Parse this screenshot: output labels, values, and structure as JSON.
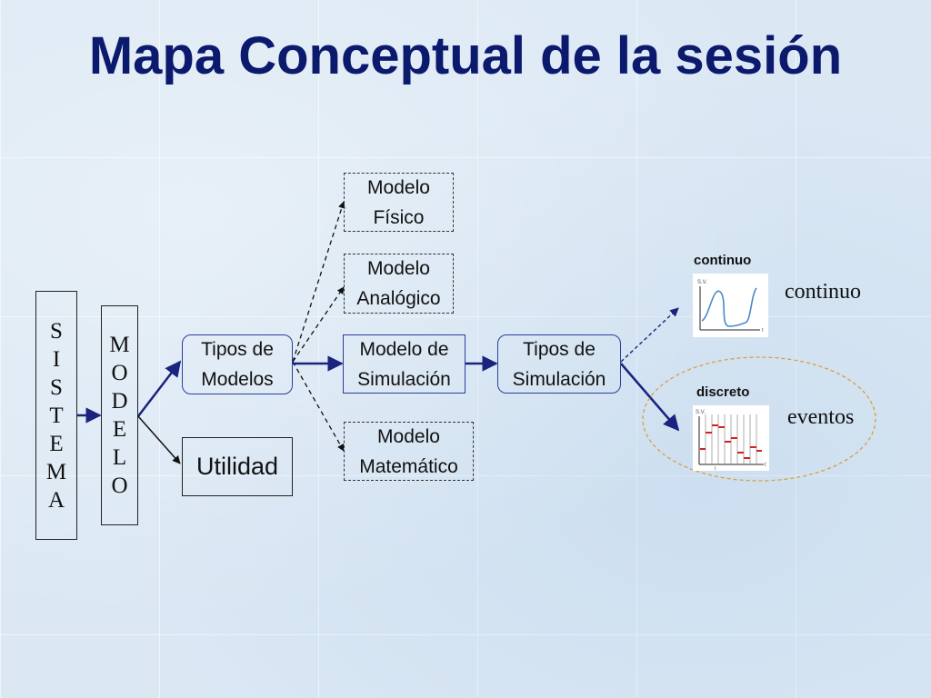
{
  "title": "Mapa Conceptual de la sesión",
  "sistema_letters": [
    "S",
    "I",
    "S",
    "T",
    "E",
    "M",
    "A"
  ],
  "modelo_letters": [
    "M",
    "O",
    "D",
    "E",
    "L",
    "O"
  ],
  "nodes": {
    "tipos_modelos": "Tipos de\nModelos",
    "utilidad": "Utilidad",
    "modelo_fisico": "Modelo\nFísico",
    "modelo_analogico": "Modelo\nAnalógico",
    "modelo_simulacion": "Modelo de\nSimulación",
    "modelo_matematico": "Modelo\nMatemático",
    "tipos_simulacion": "Tipos de\nSimulación"
  },
  "continuo": {
    "header": "continuo",
    "label": "continuo",
    "axis_y": "S.V.",
    "axis_x": "t"
  },
  "discreto": {
    "header": "discreto",
    "label": "eventos",
    "axis_y": "S.V.",
    "axis_x": "t",
    "axis_x2": "t"
  },
  "colors": {
    "title": "#0c1a6e",
    "arrow": "#1a237e",
    "box_border": "#2a3e9a",
    "curve": "#4a8ac8",
    "steps": "#d22020",
    "ellipse": "#d8a040"
  }
}
